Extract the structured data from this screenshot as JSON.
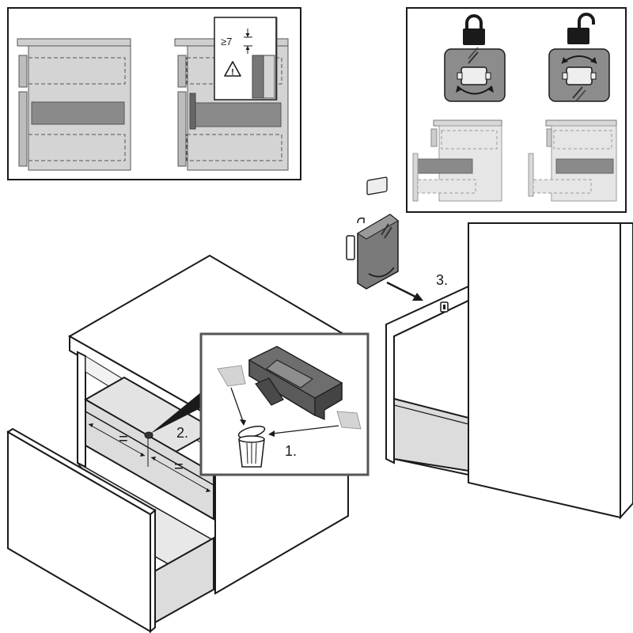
{
  "panels": {
    "clearance": {
      "min_gap_label": "≥7",
      "warning_glyph": "!"
    },
    "lock_mode": {
      "locked_icon": "padlock-closed-icon",
      "unlocked_icon": "padlock-open-icon"
    }
  },
  "steps": {
    "step1": "1.",
    "step2": "2.",
    "step3": "3."
  },
  "equal_marks": {
    "left": "=",
    "right": "="
  },
  "colors": {
    "line": "#1a1a1a",
    "panel_fill": "#d4d4d4",
    "panel_fill_dark": "#8a8a8a",
    "clip_fill": "#555555",
    "background": "#ffffff"
  }
}
